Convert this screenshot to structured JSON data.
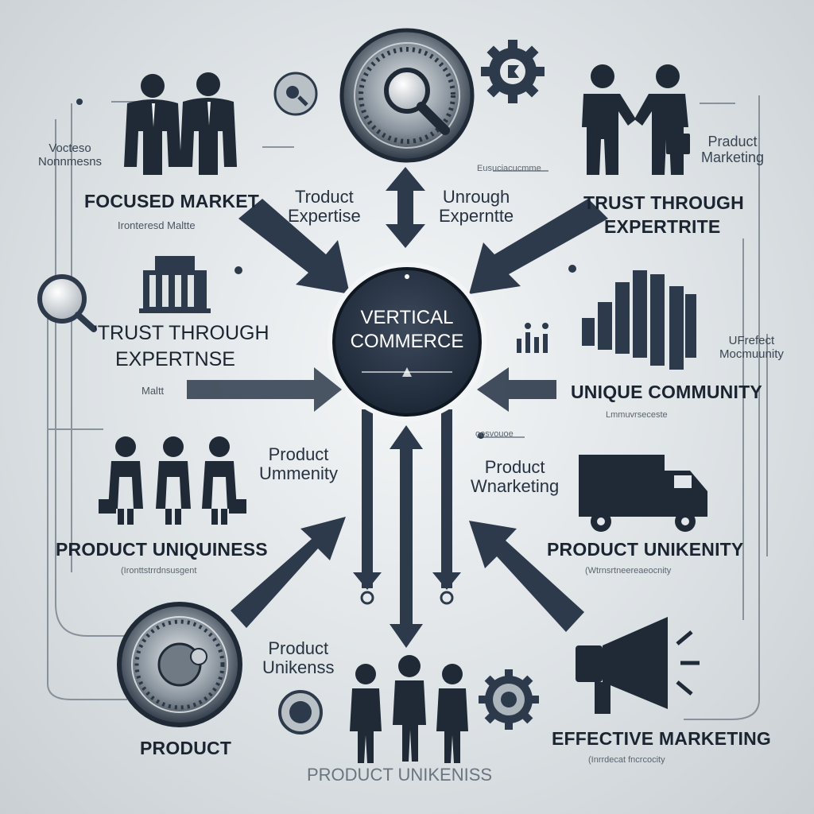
{
  "center": {
    "title_line1": "VERTICAL",
    "title_line2": "COMMERCE"
  },
  "labels": {
    "focused_market": "FOCUSED MARKET",
    "focused_market_sub": "Ironteresd Maltte",
    "trust_left_line1": "'TRUST THROUGH",
    "trust_left_line2": "EXPERTNSE",
    "trust_left_sub": "Maltt",
    "product_uniqueness": "PRODUCT UNIQUINESS",
    "product_uniqueness_sub": "(Ironttstrrdnsusgent",
    "product_bottom_left": "PRODUCT",
    "trust_right_line1": "TRUST THROUGH",
    "trust_right_line2": "EXPERTRITE",
    "unique_community": "UNIQUE COMMUNITY",
    "unique_community_sub": "Lmmuvrseceste",
    "product_unikenity": "PRODUCT UNIKENITY",
    "product_unikenity_sub": "(Wtrnsrtneereaeocnity",
    "effective_marketing": "EFFECTIVE MARKETING",
    "effective_marketing_sub": "(Inrrdecat fncrcocity",
    "product_unikeniss_bottom": "PRODUCT UNIKENISS"
  },
  "small_labels": {
    "vocteso_line1": "Vocteso",
    "vocteso_line2": "Nonnmesns",
    "product_expertise_line1": "Troduct",
    "product_expertise_line2": "Expertise",
    "unrough_line1": "Unrough",
    "unrough_line2": "Experntte",
    "prafuct_line1": "Praduct",
    "prafuct_line2": "Marketing",
    "product_ummenity_line1": "Product",
    "product_ummenity_line2": "Ummenity",
    "product_wnarketing_line1": "Product",
    "product_wnarketing_line2": "Wnarketing",
    "product_unikenss_line1": "Product",
    "product_unikenss_line2": "Unikenss",
    "ufrefect_line1": "UFrefect",
    "ufrefect_line2": "Mocmuunity",
    "tiny_top_right": "Eusuciacucmme",
    "tiny_center_right": "oosvouoe"
  },
  "colors": {
    "navy": "#263445",
    "ink": "#1b2531",
    "gray": "#7d8893",
    "bg": "#e3e7ea"
  },
  "icons": [
    "businessmen-pair-icon",
    "handshake-icon",
    "magnifier-seal-icon",
    "gear-icon",
    "magnifier-icon",
    "building-icon",
    "bar-chart-icon",
    "mini-bars-icon",
    "team-three-icon",
    "truck-icon",
    "seal-coin-icon",
    "people-group-icon",
    "gear-coin-icon",
    "megaphone-icon"
  ]
}
